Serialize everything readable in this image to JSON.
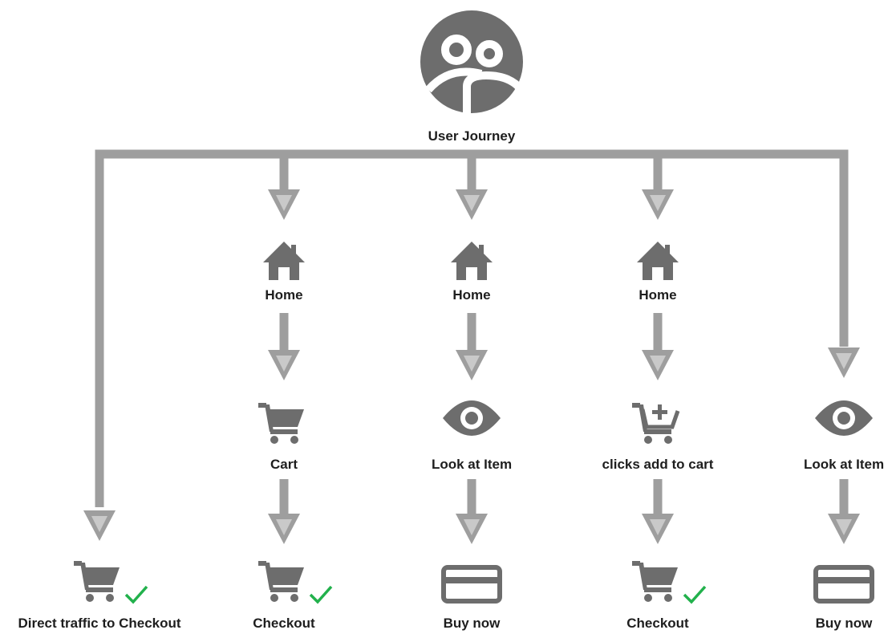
{
  "root": {
    "label": "User Journey",
    "icon": "user-journey-icon"
  },
  "paths": [
    {
      "steps": [
        {
          "label": "Direct traffic to Checkout",
          "icon": "cart-check-icon"
        }
      ]
    },
    {
      "steps": [
        {
          "label": "Home",
          "icon": "home-icon"
        },
        {
          "label": "Cart",
          "icon": "cart-icon"
        },
        {
          "label": "Checkout",
          "icon": "cart-check-icon"
        }
      ]
    },
    {
      "steps": [
        {
          "label": "Home",
          "icon": "home-icon"
        },
        {
          "label": "Look at Item",
          "icon": "eye-icon"
        },
        {
          "label": "Buy now",
          "icon": "credit-card-icon"
        }
      ]
    },
    {
      "steps": [
        {
          "label": "Home",
          "icon": "home-icon"
        },
        {
          "label": "clicks add to cart",
          "icon": "cart-add-icon"
        },
        {
          "label": "Checkout",
          "icon": "cart-check-icon"
        }
      ]
    },
    {
      "steps": [
        {
          "label": "Look at Item",
          "icon": "eye-icon"
        },
        {
          "label": "Buy now",
          "icon": "credit-card-icon"
        }
      ]
    }
  ],
  "colors": {
    "connector": "#9e9e9e",
    "arrow_inner": "#c9c9c9",
    "icon": "#6d6d6d",
    "check": "#22b14c",
    "label": "#1e1e1e"
  }
}
